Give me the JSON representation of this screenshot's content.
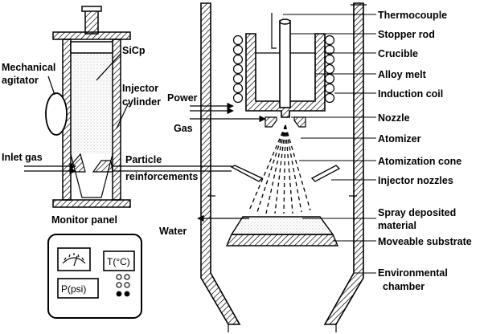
{
  "labels": {
    "thermocouple": "Thermocouple",
    "stopper_rod": "Stopper rod",
    "crucible": "Crucible",
    "alloy_melt": "Alloy melt",
    "induction_coil": "Induction coil",
    "nozzle": "Nozzle",
    "atomizer": "Atomizer",
    "atomization_cone": "Atomization cone",
    "injector_nozzles": "Injector nozzles",
    "spray_deposited_line1": "Spray deposited",
    "spray_deposited_line2": "material",
    "moveable_substrate": "Moveable substrate",
    "environmental_line1": "Environmental",
    "environmental_line2": "chamber",
    "power": "Power",
    "gas": "Gas",
    "water": "Water",
    "sicp": "SiCp",
    "mechanical_line1": "Mechanical",
    "mechanical_line2": "agitator",
    "injector_line1": "Injector",
    "injector_line2": "cylinder",
    "inlet_gas": "Inlet gas",
    "particle_line1": "Particle",
    "particle_line2": "reinforcements",
    "monitor_panel": "Monitor panel",
    "temp_readout": "T(°C)",
    "pressure_readout": "P(psi)"
  }
}
